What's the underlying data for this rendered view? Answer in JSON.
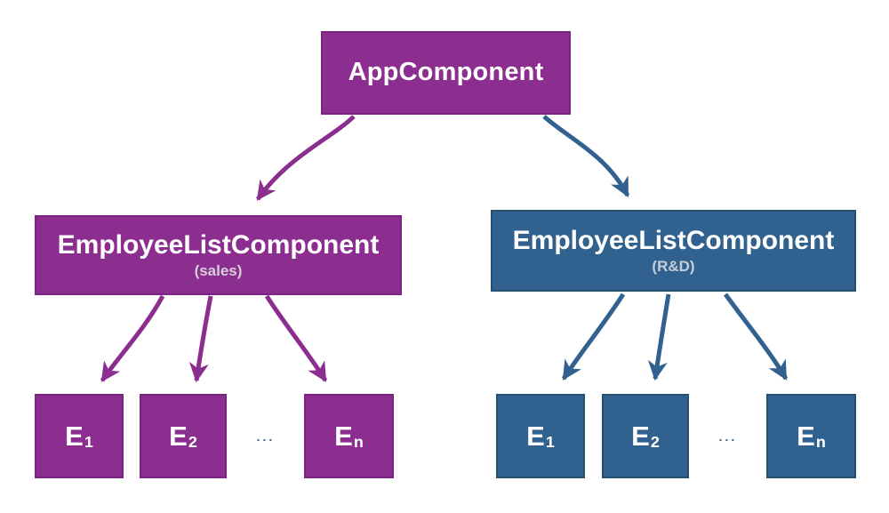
{
  "diagram": {
    "root": {
      "title": "AppComponent"
    },
    "left": {
      "title": "EmployeeListComponent",
      "subtitle": "(sales)",
      "employees": [
        {
          "base": "E",
          "sub": "1"
        },
        {
          "base": "E",
          "sub": "2"
        },
        {
          "base": "E",
          "sub": "n"
        }
      ],
      "ellipsis": "..."
    },
    "right": {
      "title": "EmployeeListComponent",
      "subtitle": "(R&D)",
      "employees": [
        {
          "base": "E",
          "sub": "1"
        },
        {
          "base": "E",
          "sub": "2"
        },
        {
          "base": "E",
          "sub": "n"
        }
      ],
      "ellipsis": "..."
    },
    "colors": {
      "purple": "#8c2d90",
      "purple_border": "#7b2483",
      "blue": "#31618e",
      "blue_border": "#265070",
      "title_text": "#ffffff",
      "subtitle_purple": "#d6cfd9",
      "subtitle_blue": "#c6cfd8",
      "ellipsis": "#3c618d",
      "background": "#ffffff"
    }
  }
}
